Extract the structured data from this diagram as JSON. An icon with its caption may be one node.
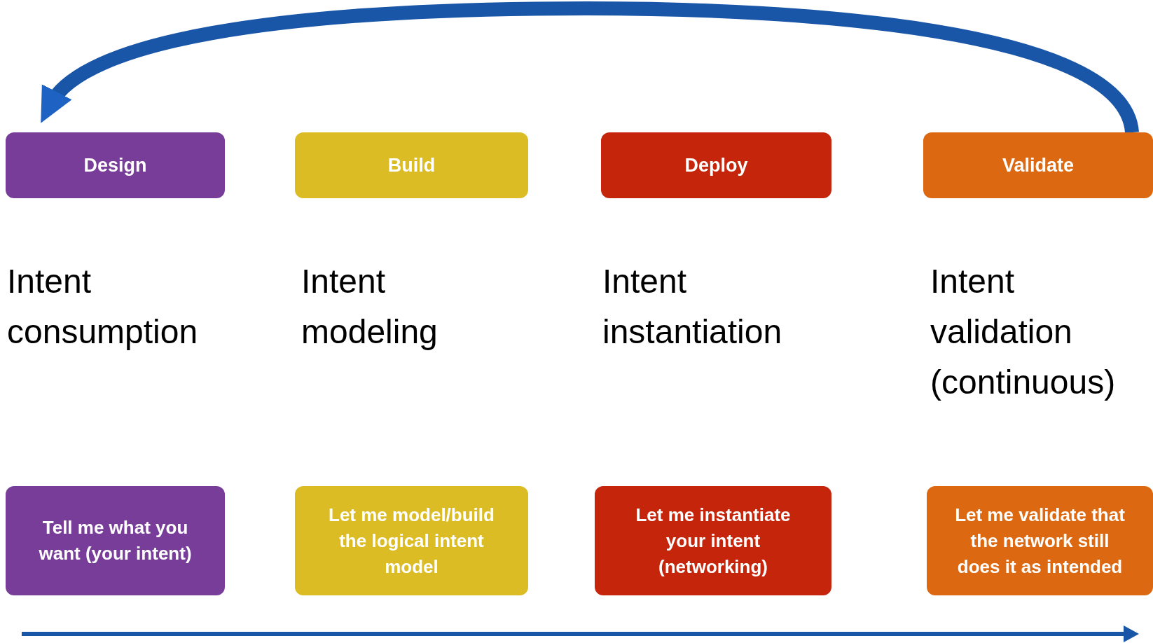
{
  "diagram": {
    "nodes": [
      {
        "text": [
          "Design"
        ]
      },
      {
        "text": [
          "Build"
        ]
      },
      {
        "text": [
          "Deploy"
        ]
      },
      {
        "text": [
          "Validate"
        ]
      },
      {
        "text": [
          "Tell me what you want (your intent)"
        ]
      },
      {
        "text": [
          "Let me model/build the logical intent model"
        ]
      },
      {
        "text": [
          "Let me instantiate your intent (networking)"
        ]
      },
      {
        "text": [
          "Let me validate that the network still does it as intended"
        ]
      }
    ],
    "edges": [
      {
        "from": 3,
        "to": 0,
        "arrow": "to"
      }
    ],
    "labels": [
      "Intent consumption",
      "Intent modeling",
      "Intent instantiation",
      "Intent validation (continuous)"
    ]
  }
}
